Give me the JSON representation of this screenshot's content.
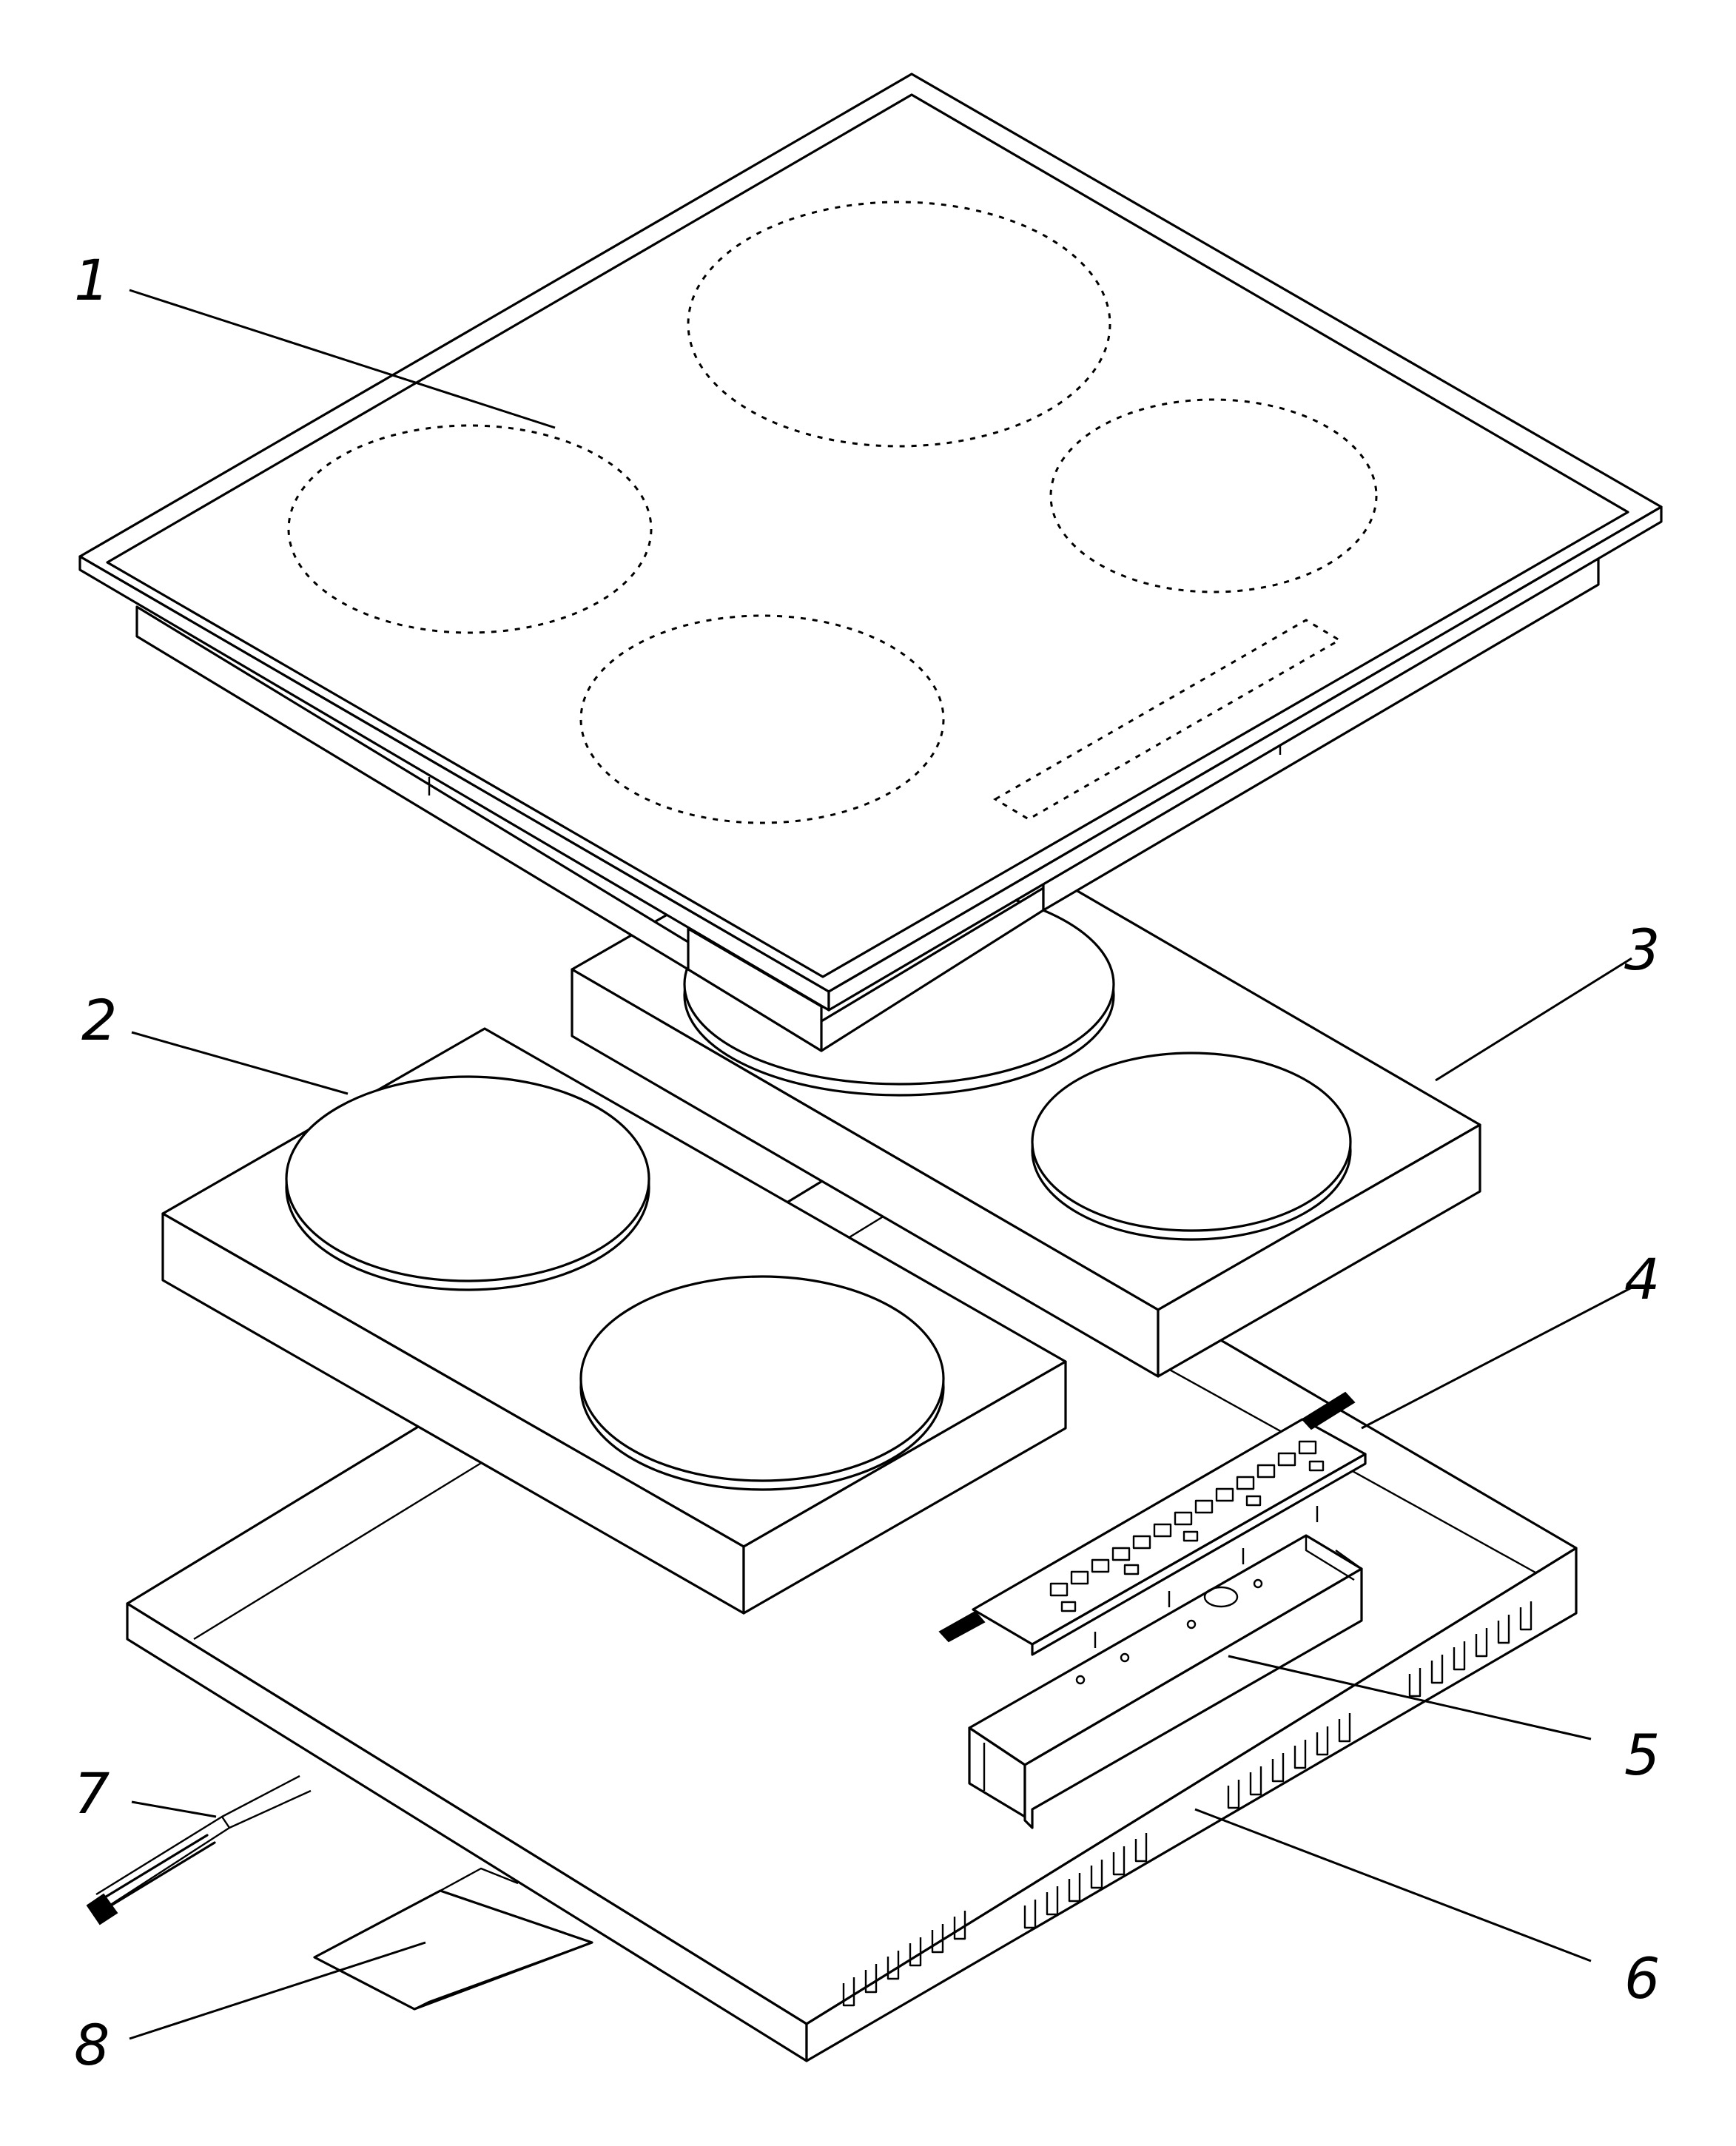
{
  "labels": [
    {
      "key": "glass-ceramic-top",
      "text": "1"
    },
    {
      "key": "left-heating-module",
      "text": "2"
    },
    {
      "key": "right-heating-module",
      "text": "3"
    },
    {
      "key": "control-board",
      "text": "4"
    },
    {
      "key": "board-bracket",
      "text": "5"
    },
    {
      "key": "housing-tray",
      "text": "6"
    },
    {
      "key": "power-cable",
      "text": "7"
    },
    {
      "key": "cable-clamp",
      "text": "8"
    }
  ]
}
